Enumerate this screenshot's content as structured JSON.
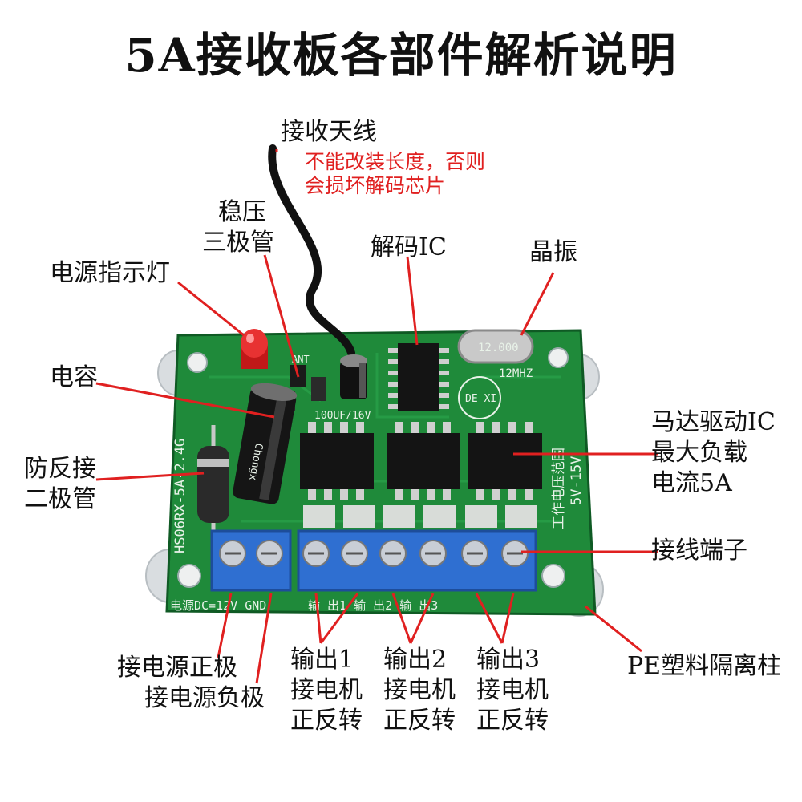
{
  "title": "5A接收板各部件解析说明",
  "labels": {
    "antenna": "接收天线",
    "antenna_warning_1": "不能改装长度，否则",
    "antenna_warning_2": "会损坏解码芯片",
    "regulator_1": "稳压",
    "regulator_2": "三极管",
    "decoder": "解码IC",
    "crystal": "晶振",
    "power_led": "电源指示灯",
    "capacitor": "电容",
    "diode_1": "防反接",
    "diode_2": "二极管",
    "motor_ic_1": "马达驱动IC",
    "motor_ic_2": "最大负载",
    "motor_ic_3": "电流5A",
    "terminal": "接线端子",
    "pos_power": "接电源正极",
    "neg_power": "接电源负极",
    "out1_1": "输出1",
    "out1_2": "接电机",
    "out1_3": "正反转",
    "out2_1": "输出2",
    "out2_2": "接电机",
    "out2_3": "正反转",
    "out3_1": "输出3",
    "out3_2": "接电机",
    "out3_3": "正反转",
    "standoff": "PE塑料隔离柱"
  },
  "silkscreen": {
    "model": "HS06RX-5A-2.4G",
    "voltage_label": "工作电压范围",
    "voltage_range": "5V-15V",
    "crystal_freq": "12MHZ",
    "crystal_top": "12.000",
    "decoder_mark": "DE XI",
    "cap_value": "100UF/16V",
    "power_terms": "电源DC=12V GND",
    "out_terms": "输 出1 输 出2 输 出3",
    "cap_brand": "Chongx",
    "ant_mark": "ANT"
  },
  "colors": {
    "pcb": "#1f8a3a",
    "terminal": "#2f6fd1",
    "leader_line": "#e02020",
    "label_text": "#111111",
    "warning_text": "#e02020"
  }
}
